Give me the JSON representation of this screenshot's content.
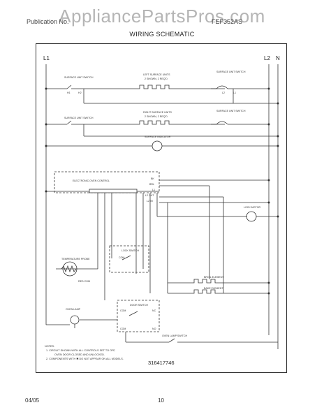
{
  "watermark": "AppliancePartsPros.com",
  "header": {
    "left": "Publication No.",
    "right": "FEF352AS"
  },
  "title": "WIRING SCHEMATIC",
  "diagram": {
    "lines": {
      "l1": "L1",
      "l2": "L2",
      "n": "N"
    },
    "labels": {
      "surface_switch_1": "SURFACE UNIT SWITCH",
      "left_units": "LEFT SURFACE UNITS",
      "left_units_sub": "2 SHOWN, 2 REQ'D",
      "surface_switch_2": "SURFACE UNIT SWITCH",
      "surface_switch_3": "SURFACE UNIT SWITCH",
      "right_units": "RIGHT SURFACE UNITS",
      "right_units_sub": "2 SHOWN, 2 REQ'D",
      "surface_switch_4": "SURFACE UNIT SWITCH",
      "surface_indicator": "SURFACE INDICATOR",
      "eoc": "ELECTRONIC OVEN CONTROL",
      "term_bk": "BK",
      "term_brl": "BRL",
      "term_l1": "L1",
      "term_l2out": "L2 OUT",
      "term_l2in": "L2 IN",
      "lock_motor": "LOCK MOTOR",
      "temp_probe": "TEMPERATURE PROBE",
      "red_com": "RED COM",
      "lock_switch": "LOCK SWITCH",
      "com": "COM",
      "broil_element": "BROIL ELEMENT",
      "bake_element": "BAKE ELEMENT",
      "oven_lamp": "OVEN LAMP",
      "door_switch": "DOOR SWITCH",
      "com_nc": "COM",
      "nc": "NC",
      "com_no": "COM",
      "no": "NO",
      "oven_lamp_switch": "OVEN LAMP SWITCH",
      "contact_h1": "H1",
      "contact_h2": "H2",
      "contact_l1": "L1",
      "contact_l2": "L2"
    },
    "notes": {
      "heading": "NOTES:",
      "n1": "1.  CIRCUIT SHOWN WITH ALL CONTROLS SET TO OFF,",
      "n1b": "OVEN DOOR CLOSED AND UNLOCKED.",
      "n2": "2.  COMPONENTS WITH  ✱  DO NOT APPEAR ON ALL MODELS."
    },
    "part_number": "316417746"
  },
  "footer": {
    "date": "04/05",
    "page": "10"
  }
}
